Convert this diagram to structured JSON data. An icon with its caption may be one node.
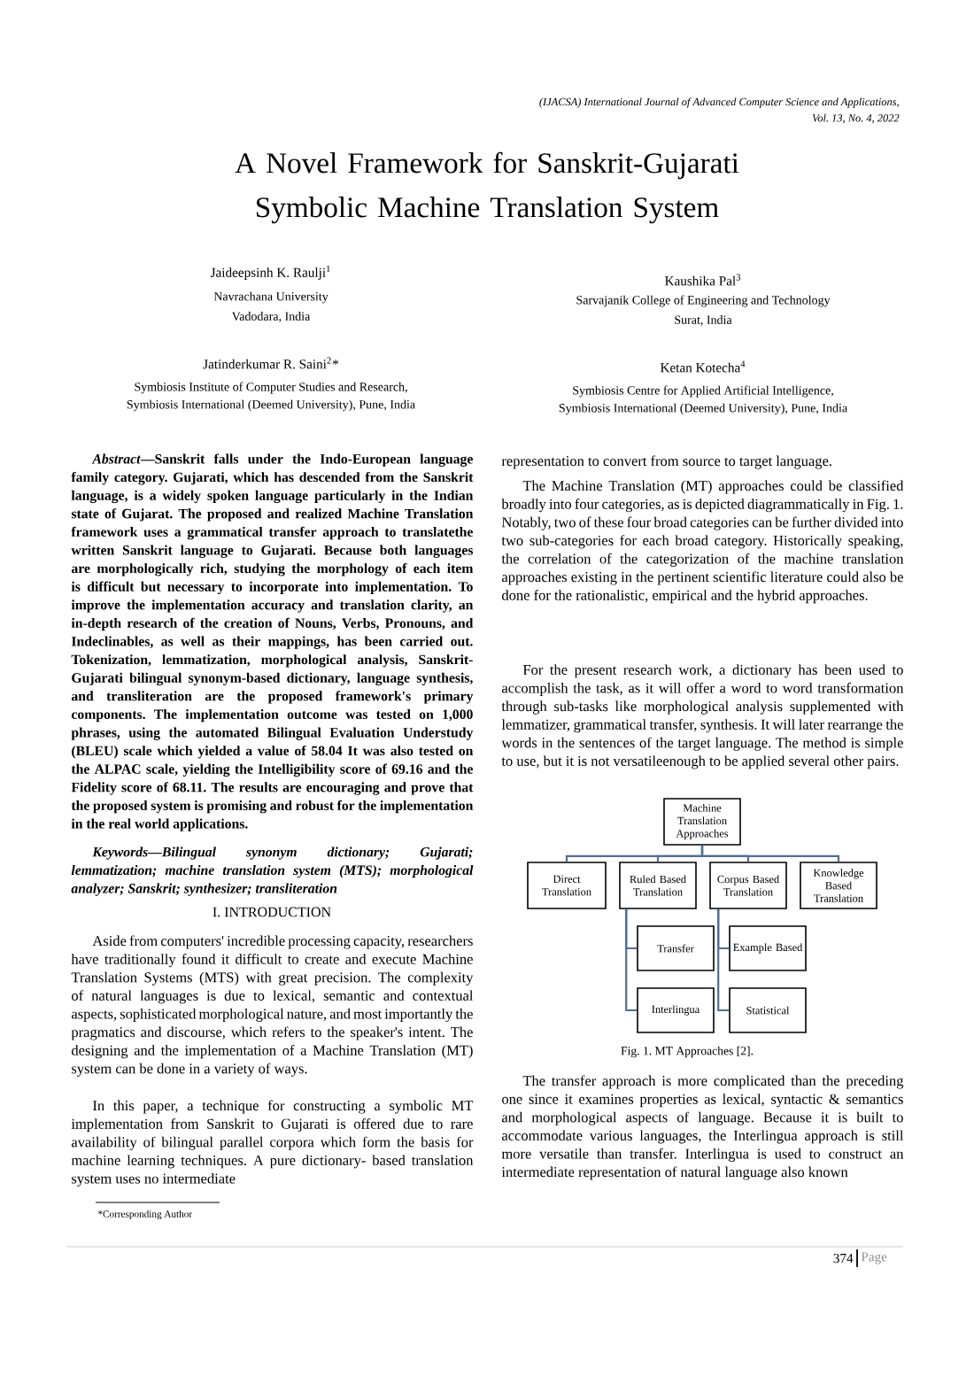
{
  "diagram": {
    "title": "A Novel Framework for Sanskrit-Gujarati Symbolic Machine Translation System",
    "caption": "Fig. 1. MT Approaches [2].",
    "nodes": [
      {
        "text": [
          "Machine Translation Approaches"
        ]
      },
      {
        "text": [
          "Direct Translation"
        ]
      },
      {
        "text": [
          "Ruled Based Translation"
        ]
      },
      {
        "text": [
          "Corpus Based Translation"
        ]
      },
      {
        "text": [
          "Knowledge Based Translation"
        ]
      },
      {
        "text": [
          "Transfer"
        ]
      },
      {
        "text": [
          "Example Based"
        ]
      },
      {
        "text": [
          "Interlingua"
        ]
      },
      {
        "text": [
          "Statistical"
        ]
      }
    ],
    "edges": [
      {
        "from": 0,
        "to": 1,
        "arrow": "none"
      },
      {
        "from": 0,
        "to": 2,
        "arrow": "none"
      },
      {
        "from": 0,
        "to": 3,
        "arrow": "none"
      },
      {
        "from": 0,
        "to": 4,
        "arrow": "none"
      },
      {
        "from": 2,
        "to": 5,
        "arrow": "none"
      },
      {
        "from": 2,
        "to": 7,
        "arrow": "none"
      },
      {
        "from": 3,
        "to": 6,
        "arrow": "none"
      },
      {
        "from": 3,
        "to": 8,
        "arrow": "none"
      }
    ],
    "labels": [
      "(IJACSA) International Journal of Advanced Computer Science and Applications,",
      "Vol. 13, No. 4, 2022",
      "Jaideepsinh K. Raulji$^{1}$",
      "Navrachana University",
      "Vadodara, India",
      "Kaushika Pal$^{3}$",
      "Sarvajanik College of Engineering and Technology",
      "Surat, India",
      "Jatinderkumar R. Saini$^{2}$*",
      "Symbiosis Institute of Computer Studies and Research,",
      "Symbiosis International (Deemed University), Pune, India",
      "Ketan Kotecha$^{4}$",
      "Symbiosis Centre for Applied Artificial Intelligence,",
      "Symbiosis International (Deemed University), Pune, India",
      "*Abstract*—Sanskrit falls under the Indo-European language family category. Gujarati, which has descended from the Sanskrit language, is a widely spoken language particularly in the Indian state of Gujarat. The proposed and realized Machine Translation framework uses a grammatical transfer approach to translatethe written Sanskrit language to Gujarati. Because both languages are morphologically rich, studying the morphology of each item is difficult but necessary to incorporate into implementation. To improve the implementation accuracy and translation clarity, an in-depth research of the creation of Nouns, Verbs, Pronouns, and Indeclinables, as well as their mappings, has been carried out. Tokenization, lemmatization, morphological analysis, Sanskrit-Gujarati bilingual synonym-based dictionary, language synthesis, and transliteration are the proposed framework's primary components. The implementation outcome was tested on 1,000 phrases, using the automated Bilingual Evaluation Understudy (BLEU) scale which yielded a value of 58.04 It was also tested on the ALPAC scale, yielding the Intelligibility score of 69.16 and the Fidelity score of 68.11. The results are encouraging and prove that the proposed system is promising and robust for the implementation in the real world applications.",
      "Keywords—Bilingual synonym dictionary; Gujarati; lemmatization; machine translation system (MTS); morphological analyzer; Sanskrit; synthesizer; transliteration",
      "I. INTRODUCTION",
      "Aside from computers' incredible processing capacity, researchers have traditionally found it difficult to create and execute Machine Translation Systems (MTS) with great precision. The complexity of natural languages is due to lexical, semantic and contextual aspects, sophisticated morphological nature, and most importantly the pragmatics and discourse, which refers to the speaker's intent. The designing and the implementation of a Machine Translation (MT) system can be done in a variety of ways.",
      "In this paper, a technique for constructing a symbolic MT implementation from Sanskrit to Gujarati is offered due to rare availability of bilingual parallel corpora which form the basis for machine learning techniques. A pure dictionary- based translation system uses no intermediate",
      "*Corresponding Author",
      "representation to convert from source to target language.",
      "The Machine Translation (MT) approaches could be classified broadly into four categories, as is depicted diagrammatically in Fig. 1. Notably, two of these four broad categories can be further divided into two sub-categories for each broad category. Historically speaking, the correlation of the categorization of the machine translation approaches existing in the pertinent scientific literature could also be done for the rationalistic, empirical and the hybrid approaches.",
      "For the present research work, a dictionary has been used to accomplish the task, as it will offer a word to word transformation through sub-tasks like morphological analysis supplemented with lemmatizer, grammatical transfer, synthesis. It will later rearrange the words in the sentences of the target language. The method is simple to use, but it is not versatileenough to be applied several other pairs.",
      "The transfer approach is more complicated than the preceding one since it examines properties as lexical, syntactic & semantics and morphological aspects of language. Because it is built to accommodate various languages, the Interlingua approach is still more versatile than transfer. Interlingua is used to construct an intermediate representation of natural language also known",
      "374",
      "Page"
    ]
  }
}
